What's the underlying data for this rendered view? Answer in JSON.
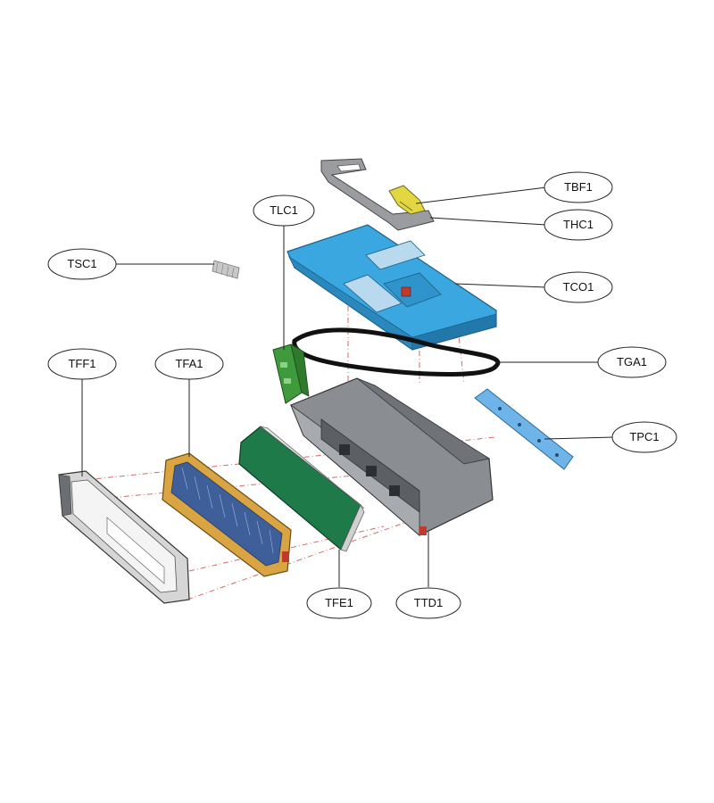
{
  "callouts": {
    "tbf": "TBF1",
    "thc": "THC1",
    "tlc": "TLC1",
    "tsc": "TSC1",
    "tco": "TCO1",
    "tga": "TGA1",
    "tff": "TFF1",
    "tfa": "TFA1",
    "tpc": "TPC1",
    "tfe": "TFE1",
    "ttd": "TTD1"
  },
  "colors": {
    "cover_blue": "#3aa7e0",
    "plate_blue": "#6fb4e8",
    "latch_green": "#3f9a3c",
    "filter_green": "#1f7a4a",
    "frame_gold": "#d9a441",
    "filter_media": "#3f5f9a",
    "button_yellow": "#e2d642",
    "housing_gray": "#8a8d92",
    "gasket_black": "#111111"
  }
}
